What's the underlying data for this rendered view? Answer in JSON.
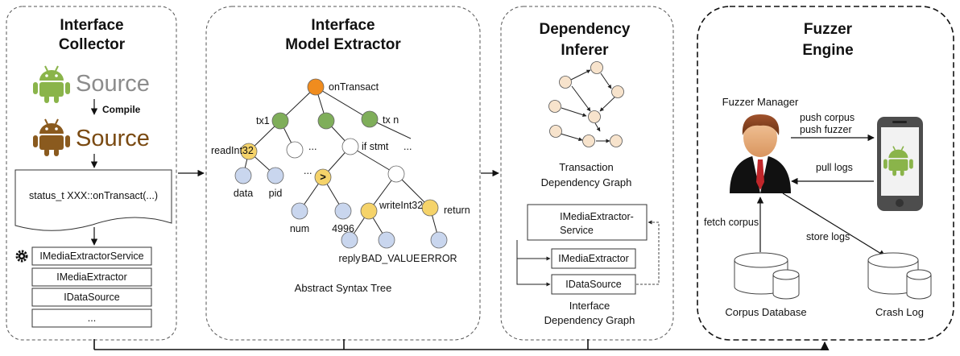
{
  "panels": {
    "collector": {
      "title1": "Interface",
      "title2": "Collector",
      "source_label_1": "Source",
      "compile_label": "Compile",
      "source_label_2": "Source",
      "code_line": "status_t XXX::onTransact(...)",
      "interfaces": [
        "IMediaExtractorService",
        "IMediaExtractor",
        "IDataSource",
        "..."
      ]
    },
    "extractor": {
      "title1": "Interface",
      "title2": "Model Extractor",
      "ast": {
        "root": "onTransact",
        "tx1": "tx1",
        "txn": "tx n",
        "ellipsis": "...",
        "read": "readInt32",
        "ifstmt": "if stmt",
        "data": "data",
        "pid": "pid",
        "gt": ">",
        "num": "num",
        "c4996": "4996",
        "write": "writeInt32",
        "ret": "return",
        "reply": "reply",
        "bad": "BAD_VALUE",
        "error": "ERROR"
      },
      "caption": "Abstract Syntax Tree"
    },
    "inferer": {
      "title1": "Dependency",
      "title2": "Inferer",
      "tx_graph_caption1": "Transaction",
      "tx_graph_caption2": "Dependency Graph",
      "iface_nodes": [
        "IMediaExtractor-",
        "Service",
        "IMediaExtractor",
        "IDataSource"
      ],
      "iface_caption1": "Interface",
      "iface_caption2": "Dependency Graph"
    },
    "fuzzer": {
      "title1": "Fuzzer",
      "title2": "Engine",
      "manager": "Fuzzer Manager",
      "push1": "push corpus",
      "push2": "push fuzzer",
      "pull": "pull logs",
      "fetch": "fetch corpus",
      "store": "store logs",
      "corpus_db": "Corpus Database",
      "crash_log": "Crash Log"
    }
  },
  "icons": [
    "android-green-icon",
    "android-brown-icon",
    "gear-icon",
    "person-icon",
    "phone-icon",
    "database-icon"
  ],
  "colors": {
    "android_green": "#8ab44a",
    "android_brown": "#8a5a1e",
    "source_gray": "#8c8c8c",
    "source_brown": "#7a4a12",
    "node_orange": "#f08c1e",
    "node_green": "#7fae5a",
    "node_yellow": "#f5d36a",
    "node_blue": "#c9d6ee",
    "node_peach": "#f7e3cc"
  }
}
